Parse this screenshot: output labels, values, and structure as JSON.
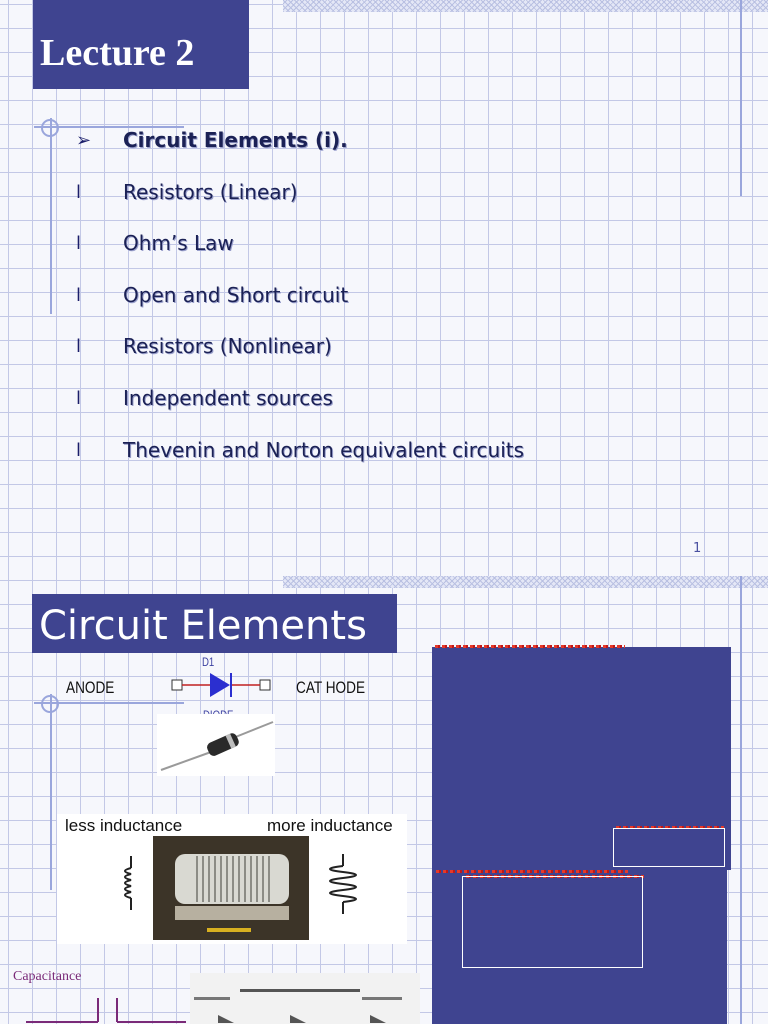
{
  "slide1": {
    "title": "Lecture 2",
    "bullets": [
      {
        "marker": "➢",
        "text": "Circuit Elements (i).",
        "bold": true
      },
      {
        "marker": "l",
        "text": "Resistors (Linear)",
        "bold": false
      },
      {
        "marker": "l",
        "text": "Ohm’s Law",
        "bold": false
      },
      {
        "marker": "l",
        "text": "Open and Short circuit",
        "bold": false
      },
      {
        "marker": "l",
        "text": "Resistors (Nonlinear)",
        "bold": false
      },
      {
        "marker": "l",
        "text": "Independent sources",
        "bold": false
      },
      {
        "marker": "l",
        "text": "Thevenin and Norton equivalent circuits",
        "bold": false
      }
    ],
    "page_number": "1"
  },
  "slide2": {
    "title": "Circuit Elements",
    "diode": {
      "anode_label": "ANODE",
      "cathode_label": "CAT HODE",
      "ref_label": "D1",
      "type_label": "DIODE"
    },
    "inductor": {
      "less_label": "less inductance",
      "more_label": "more inductance"
    },
    "capacitance_label": "Capacitance"
  },
  "colors": {
    "title_bg": "#3f4490",
    "text": "#1b2155",
    "accent_line": "#9aa6dc",
    "red_caption": "#e53a2a"
  }
}
